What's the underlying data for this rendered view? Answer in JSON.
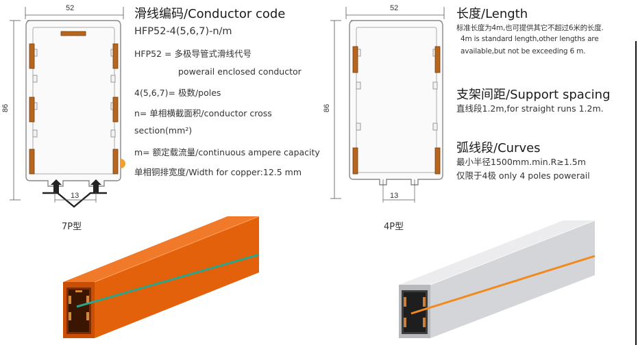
{
  "left_drawing": {
    "width_dim": "52",
    "height_dim": "86",
    "bottom_dim": "13",
    "caption": "7P型"
  },
  "right_drawing": {
    "width_dim": "52",
    "height_dim": "86",
    "bottom_dim": "13",
    "caption": "4P型"
  },
  "conductor_code": {
    "heading": "滑线编码/Conductor code",
    "code": "HFP52-4(5,6,7)-n/m",
    "lines": [
      "HFP52 = 多极导管式滑线代号",
      "powerail enclosed conductor",
      "4(5,6,7)= 极数/poles",
      "n= 单相横截面积/conductor cross",
      "section(mm²)",
      "m= 额定载流量/continuous ampere capacity",
      "单相铜排宽度/Width for copper:12.5 mm"
    ]
  },
  "length": {
    "heading": "长度/Length",
    "lines": [
      "标准长度为4m,也可提供其它不超过6米的长度.",
      "4m is standard length,other lengths are",
      "available,but not be exceeding 6 m."
    ]
  },
  "support": {
    "heading": "支架间距/Support spacing",
    "line": "直线段1.2m,for straight runs 1.2m."
  },
  "curves": {
    "heading": "弧线段/Curves",
    "lines": [
      "最小半径1500mm.min.R≥1.5m",
      "仅限于4极  only 4 poles powerail"
    ]
  },
  "colors": {
    "copper": "#b8651e",
    "orange_housing": "#e8650f",
    "grey_housing": "#d9dadc",
    "teal_stripe": "#2aa58c",
    "orange_stripe": "#f08a1e"
  }
}
